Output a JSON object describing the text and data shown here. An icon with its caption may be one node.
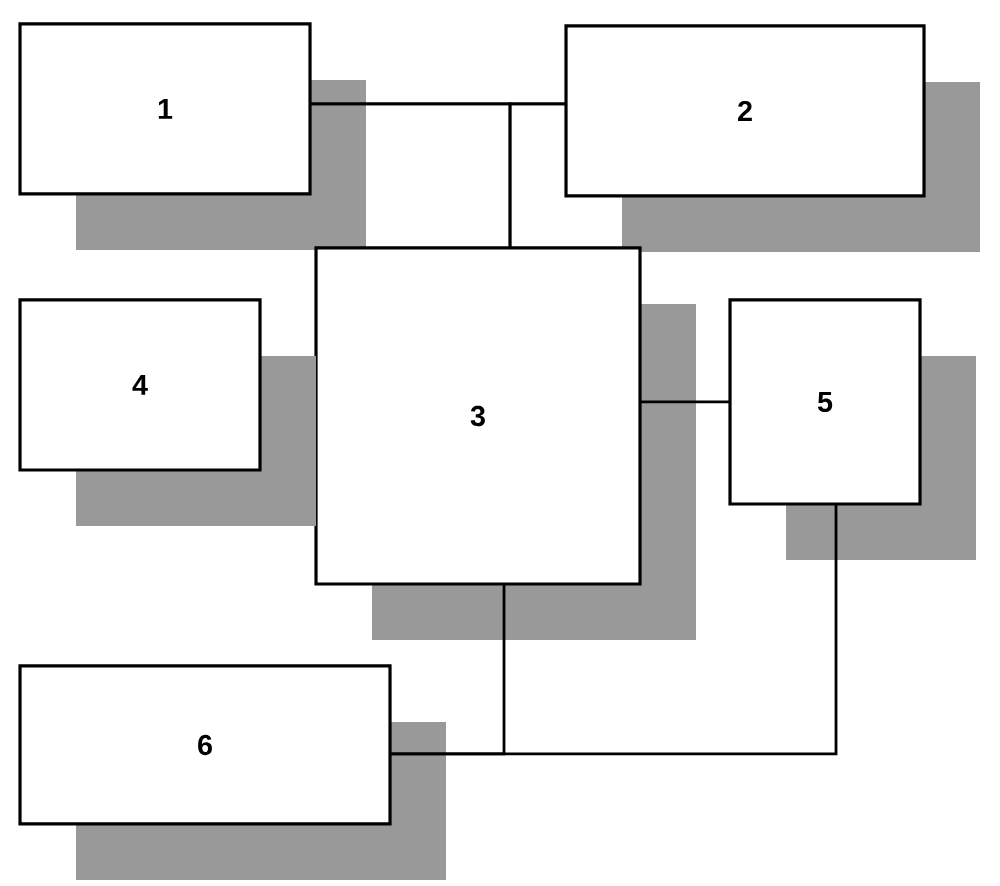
{
  "diagram": {
    "nodes": [
      {
        "text": [
          "1"
        ]
      },
      {
        "text": [
          "2"
        ]
      },
      {
        "text": [
          "3"
        ]
      },
      {
        "text": [
          "4"
        ]
      },
      {
        "text": [
          "5"
        ]
      },
      {
        "text": [
          "6"
        ]
      }
    ],
    "edges": [
      {
        "from": 0,
        "to": 1,
        "arrow": "none"
      },
      {
        "from": 2,
        "to": 0,
        "arrow": "none"
      },
      {
        "from": 2,
        "to": 1,
        "arrow": "none"
      },
      {
        "from": 2,
        "to": 4,
        "arrow": "none"
      },
      {
        "from": 5,
        "to": 2,
        "arrow": "none"
      },
      {
        "from": 5,
        "to": 4,
        "arrow": "none"
      }
    ]
  }
}
